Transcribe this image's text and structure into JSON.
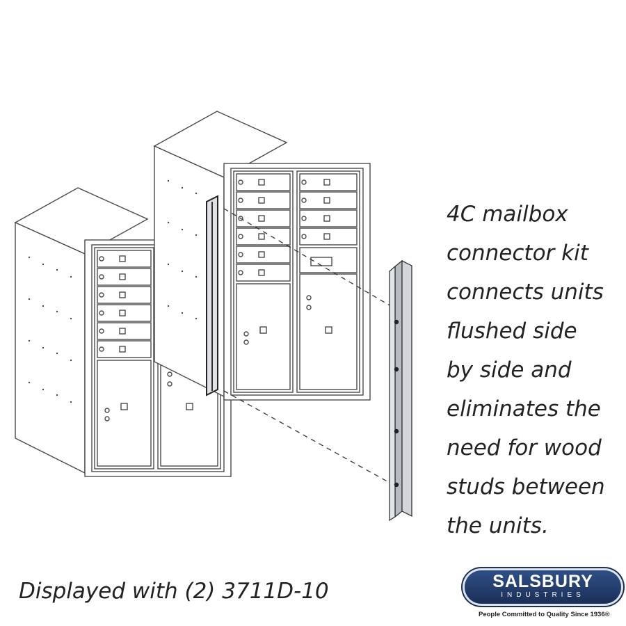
{
  "description_lines": [
    "4C mailbox",
    "connector kit",
    "connects units",
    "flushed side",
    "by side and",
    "eliminates the",
    "need for wood",
    "studs between",
    "the units."
  ],
  "caption": "Displayed with (2) 3711D-10",
  "logo": {
    "name": "SALSBURY",
    "subtitle": "INDUSTRIES",
    "tagline": "People Committed to Quality Since 1936®"
  },
  "colors": {
    "outline": "#4a4a4a",
    "panel": "#ffffff",
    "connector": "#cfd2d6",
    "logo_blue": "#22396a"
  }
}
